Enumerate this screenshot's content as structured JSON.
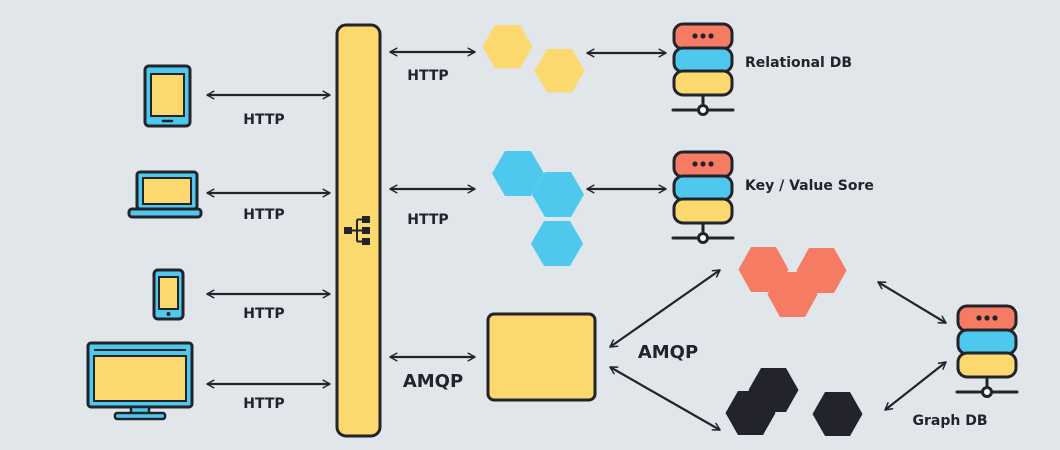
{
  "colors": {
    "background": "#e0e6ea",
    "outline": "#23232b",
    "yellow": "#fcd96f",
    "blue": "#4fc8ee",
    "red": "#f57c62",
    "dark": "#23232b",
    "db_red": "#f57c62",
    "db_blue": "#4fc8ee",
    "db_yellow": "#fcd96f"
  },
  "clients": [
    {
      "icon": "tablet-icon",
      "link_label": "HTTP"
    },
    {
      "icon": "laptop-icon",
      "link_label": "HTTP"
    },
    {
      "icon": "smartphone-icon",
      "link_label": "HTTP"
    },
    {
      "icon": "monitor-icon",
      "link_label": "HTTP"
    }
  ],
  "gateway": {
    "icon": "network-hierarchy-icon"
  },
  "services": [
    {
      "link_label": "HTTP",
      "color": "yellow"
    },
    {
      "link_label": "HTTP",
      "color": "blue"
    },
    {
      "link_label": "AMQP",
      "color": "yellow"
    }
  ],
  "broker": {
    "link_label": "AMQP"
  },
  "databases": [
    {
      "label": "Relational DB"
    },
    {
      "label": "Key / Value Sore"
    },
    {
      "label": "Graph DB"
    }
  ]
}
